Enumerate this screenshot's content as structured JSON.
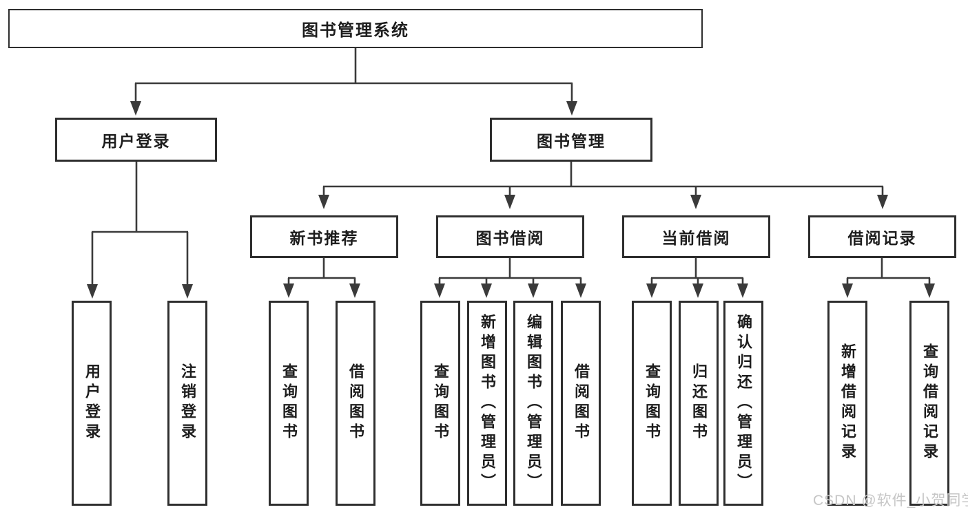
{
  "diagram": {
    "root": "图书管理系统",
    "branches": [
      {
        "label": "用户登录",
        "children": [
          "用户登录",
          "注销登录"
        ]
      },
      {
        "label": "图书管理",
        "groups": [
          {
            "label": "新书推荐",
            "children": [
              "查询图书",
              "借阅图书"
            ]
          },
          {
            "label": "图书借阅",
            "children": [
              "查询图书",
              "新增图书（管理员）",
              "编辑图书（管理员）",
              "借阅图书"
            ]
          },
          {
            "label": "当前借阅",
            "children": [
              "查询图书",
              "归还图书",
              "确认归还（管理员）"
            ]
          },
          {
            "label": "借阅记录",
            "children": [
              "新增借阅记录",
              "查询借阅记录"
            ]
          }
        ]
      }
    ]
  },
  "watermark": "CSDN @软件_小贺同学",
  "colors": {
    "line": "#3a3a3a",
    "box_border": "#2e2e2e",
    "text": "#1d1d1d",
    "watermark_text": "#c6c6c6",
    "background": "#ffffff"
  }
}
